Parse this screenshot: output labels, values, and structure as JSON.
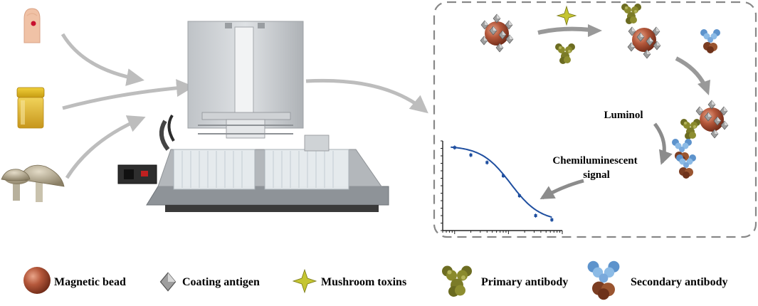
{
  "labels": {
    "luminol": "Luminol",
    "chemi_line1": "Chemiluminescent",
    "chemi_line2": "signal"
  },
  "legend": [
    {
      "label": "Magnetic bead",
      "icon": "magnetic-bead-icon"
    },
    {
      "label": "Coating antigen",
      "icon": "coating-antigen-icon"
    },
    {
      "label": "Mushroom toxins",
      "icon": "mushroom-toxin-icon"
    },
    {
      "label": "Primary antibody",
      "icon": "primary-antibody-icon"
    },
    {
      "label": "Secondary antibody",
      "icon": "secondary-antibody-icon"
    }
  ],
  "samples": [
    "finger-blood-icon",
    "urine-sample-icon",
    "mushroom-sample-icon"
  ],
  "colors": {
    "bead": "#a84a30",
    "antigen": "#9a9a9a",
    "toxin": "#b8b830",
    "primary_antibody": "#7a7a2a",
    "secondary_antibody_arms": "#6fa5d8",
    "secondary_antibody_base": "#8a4a2a",
    "arrow": "#bdbdbd",
    "curve": "#1f4fa0"
  },
  "chart_data": {
    "type": "scatter",
    "title": "",
    "xlabel": "",
    "ylabel": "",
    "xscale": "log",
    "series": [
      {
        "points_x": [
          1,
          2,
          4,
          8,
          16,
          32,
          64
        ],
        "points_y": [
          100,
          91,
          82,
          66,
          42,
          18,
          13
        ],
        "fit": "sigmoid"
      }
    ],
    "xlim": [
      0.6,
      100
    ],
    "ylim": [
      0,
      108
    ],
    "grid": false
  }
}
